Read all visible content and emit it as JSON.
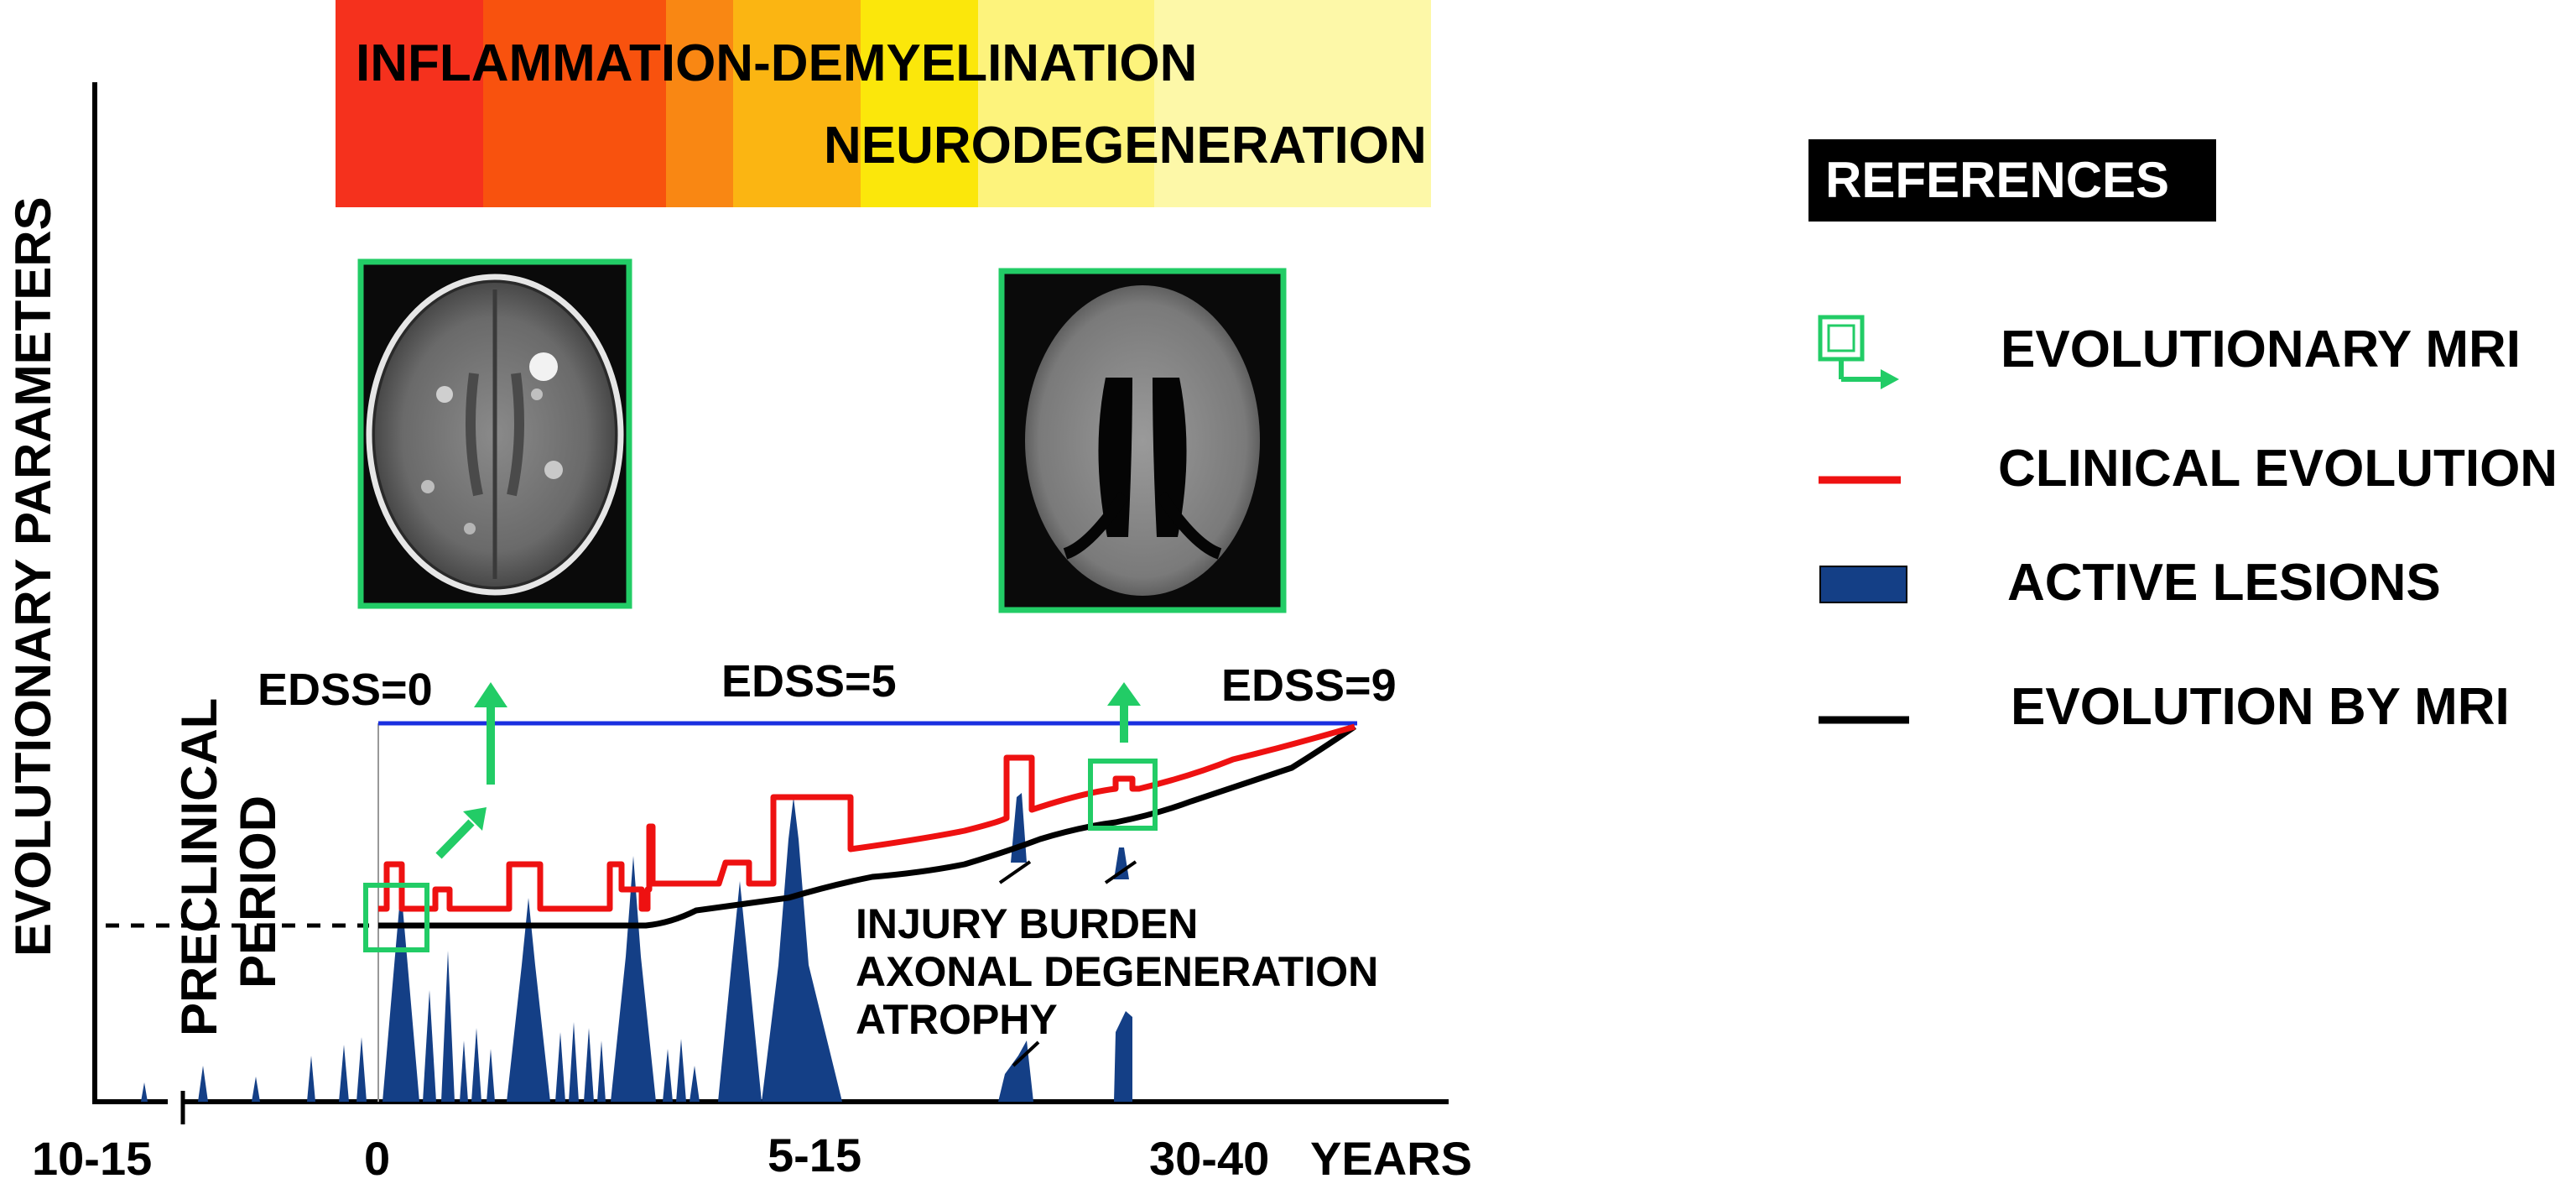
{
  "colors": {
    "clinical": "#ee1111",
    "mri_evolution": "#000000",
    "active_lesions": "#143f86",
    "mri_box": "#22cc66",
    "edss_line": "#1a2fe0",
    "gradient": [
      "#f5311d",
      "#f8520e",
      "#f98713",
      "#fbb512",
      "#fbe70b",
      "#fdf37c",
      "#fdf8a8"
    ]
  },
  "banner": {
    "line1": "INFLAMMATION-DEMYELINATION",
    "line2": "NEURODEGENERATION"
  },
  "axis": {
    "y_label": "EVOLUTIONARY PARAMETERS",
    "preclinical_line1": "PRECLINICAL",
    "preclinical_line2": "PERIOD",
    "x_ticks": [
      "10-15",
      "0",
      "5-15",
      "30-40"
    ],
    "x_unit": "YEARS"
  },
  "edss": {
    "left": "EDSS=0",
    "mid": "EDSS=5",
    "right": "EDSS=9"
  },
  "annotations": {
    "line1": "INJURY BURDEN",
    "line2": "AXONAL DEGENERATION",
    "line3": "ATROPHY"
  },
  "mri_images": {
    "left": "axial MRI with scattered lesions",
    "right": "axial MRI with enlarged ventricles"
  },
  "references": {
    "title": "REFERENCES",
    "items": [
      {
        "icon": "mri-box-arrow-icon",
        "label": "EVOLUTIONARY  MRI"
      },
      {
        "icon": "red-line-icon",
        "label": "CLINICAL EVOLUTION"
      },
      {
        "icon": "blue-block-icon",
        "label": "ACTIVE LESIONS"
      },
      {
        "icon": "black-line-icon",
        "label": "EVOLUTION BY  MRI"
      }
    ]
  }
}
